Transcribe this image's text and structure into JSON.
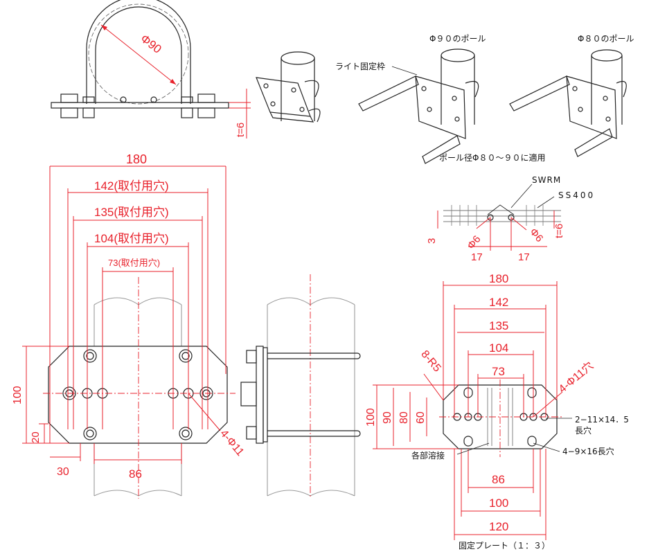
{
  "top_left": {
    "dia": "Φ90",
    "t": "t=6"
  },
  "pole_labels": {
    "frame": "ライト固定枠",
    "pole90": "Φ９０のポール",
    "pole80": "Φ８０のポール",
    "applies": "ポール径Φ８０～９０に適用"
  },
  "weld": {
    "swrm": "SWRM",
    "ss400": "SS400",
    "d3": "3",
    "phi6a": "Φ6",
    "phi6b": "Φ6",
    "d17a": "17",
    "d17b": "17",
    "t": "t=6"
  },
  "front": {
    "d180": "180",
    "d142": "142(取付用穴)",
    "d135": "135(取付用穴)",
    "d104": "104(取付用穴)",
    "d73": "73(取付用穴)",
    "d100": "100",
    "d20": "20",
    "d30": "30",
    "d86": "86",
    "holes": "4-Φ11"
  },
  "plate": {
    "d180": "180",
    "d142": "142",
    "d135": "135",
    "d104": "104",
    "d73": "73",
    "r5": "8-R5",
    "holes": "4-Φ11穴",
    "d100": "100",
    "d90": "90",
    "d80": "80",
    "d60": "60",
    "slot1": "2−11×14．5",
    "slot1b": "長穴",
    "slot2": "4−9×16長穴",
    "weld": "各部溶接",
    "b86": "86",
    "b100": "100",
    "b120": "120",
    "caption": "固定プレート（１：３）"
  },
  "colors": {
    "dimension": "#e8212b",
    "outline": "#222222"
  }
}
